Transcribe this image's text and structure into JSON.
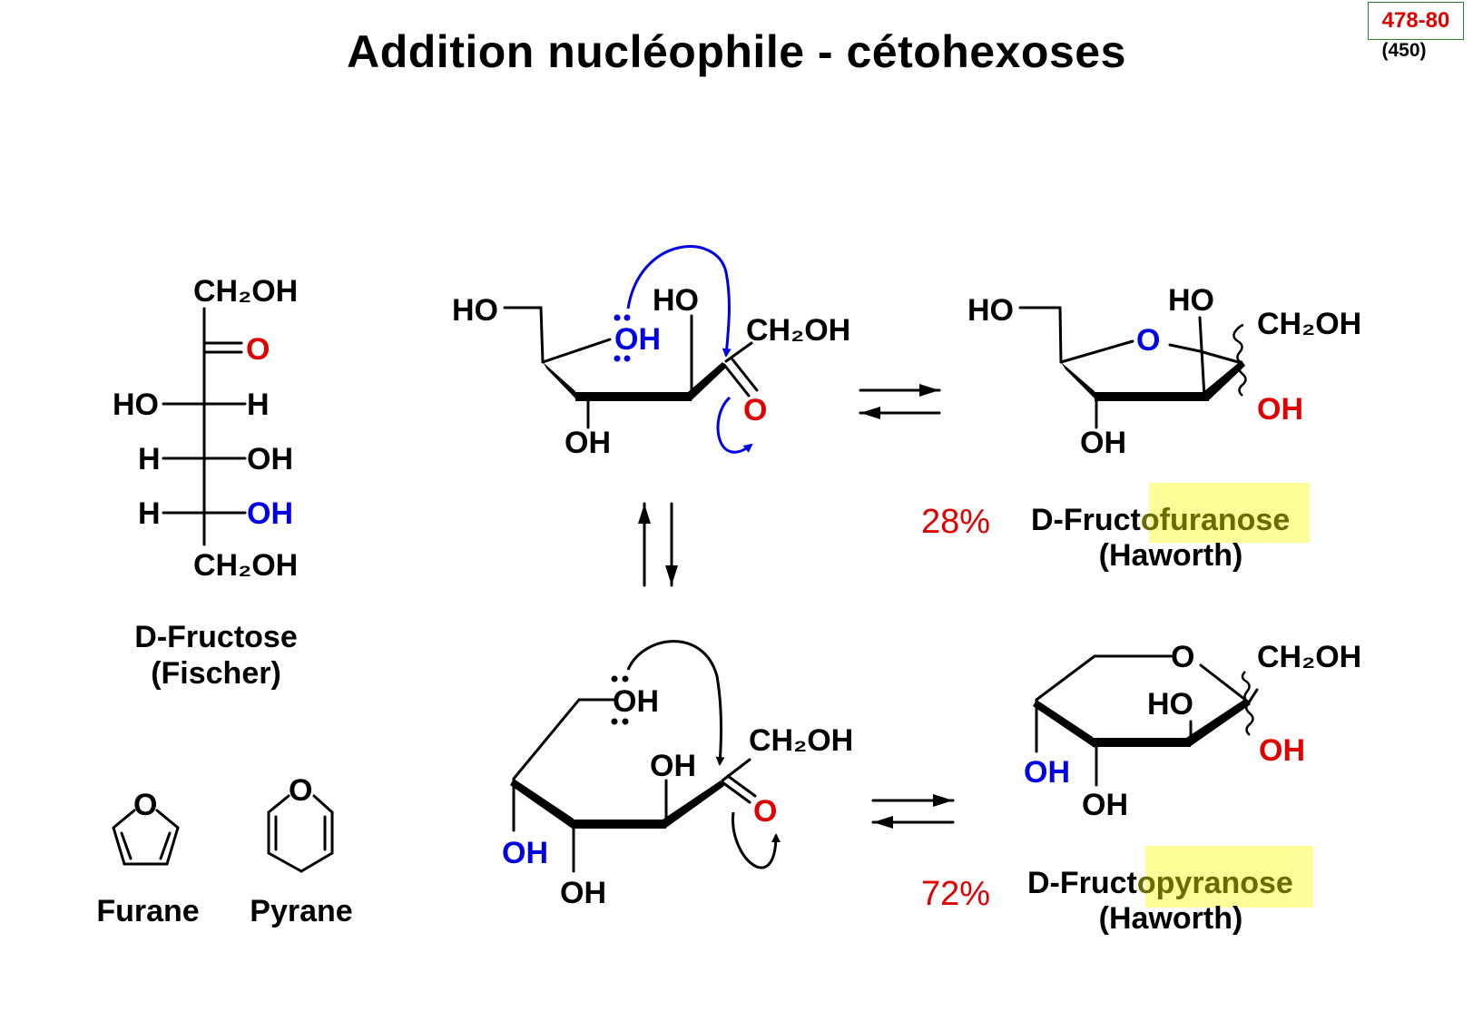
{
  "title": "Addition nucléophile - cétohexoses",
  "slide_code": "478-80",
  "slide_sub": "(450)",
  "colors": {
    "red": "#e00000",
    "blue": "#0000e6",
    "highlight": "#ffff99",
    "highlight_text": "#6b6b00"
  },
  "fischer": {
    "top": "CH₂OH",
    "carbonyl_o": "O",
    "row1_left": "HO",
    "row1_right": "H",
    "row2_left": "H",
    "row2_right": "OH",
    "row3_left": "H",
    "row3_right": "OH",
    "bottom": "CH₂OH",
    "name": "D-Fructose",
    "projection": "(Fischer)"
  },
  "furane": {
    "o": "O",
    "name": "Furane"
  },
  "pyrane": {
    "o": "O",
    "name": "Pyrane"
  },
  "open_top": {
    "ho_left": "HO",
    "oh_attack": "OH",
    "ho_top": "HO",
    "ch2oh": "CH₂OH",
    "carbonyl_o": "O",
    "oh_bottom": "OH"
  },
  "open_bottom": {
    "oh_attack": "OH",
    "ch2oh": "CH₂OH",
    "oh_top": "OH",
    "carbonyl_o": "O",
    "oh_left": "OH",
    "oh_bottom": "OH"
  },
  "furanose": {
    "ho_left": "HO",
    "ring_o": "O",
    "ho_top": "HO",
    "ch2oh": "CH₂OH",
    "oh_anomeric": "OH",
    "oh_bottom": "OH",
    "percent": "28%",
    "name_prefix": "D-Fruct",
    "name_suffix": "ofuranose",
    "projection": "(Haworth)"
  },
  "pyranose": {
    "ring_o": "O",
    "ch2oh": "CH₂OH",
    "ho_mid": "HO",
    "oh_anomeric": "OH",
    "oh_left": "OH",
    "oh_bottom": "OH",
    "percent": "72%",
    "name_prefix": "D-Fruct",
    "name_suffix": "opyranose",
    "projection": "(Haworth)"
  }
}
